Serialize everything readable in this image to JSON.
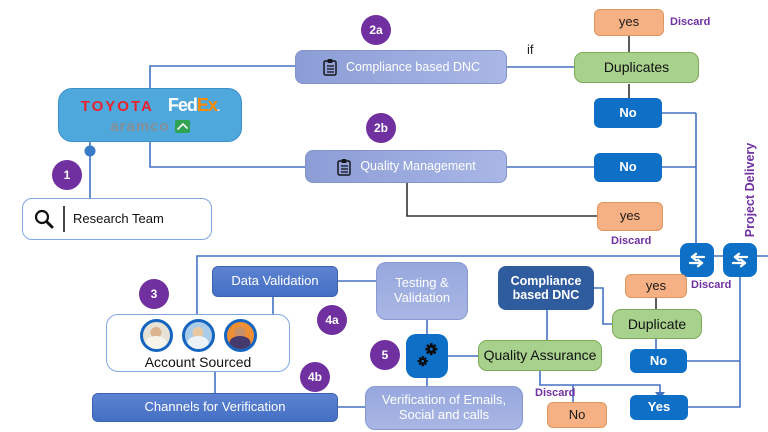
{
  "colors": {
    "connector_blue": "#4472C4",
    "connector_black": "#333333",
    "node_blue": "#0D6FC5",
    "node_green": "#A9D18E",
    "node_orange": "#F5B183",
    "badge_purple": "#7030A0",
    "periwinkle": "#97A8DE",
    "medium_blue": "#4470C4",
    "dark_blue": "#2F5B9F",
    "client_box_blue": "#4FA8DC"
  },
  "icons": {
    "search": "🔍",
    "clipboard": "📋",
    "gears": "⚙",
    "swap": "⇄",
    "connector_dot": "●"
  },
  "logos": {
    "toyota": "TOYOTA",
    "fedex_part1": "Fed",
    "fedex_part2": "Ex",
    "fedex_period": ".",
    "aramco": "aramco"
  },
  "badges": {
    "n1": "1",
    "n2a": "2a",
    "n2b": "2b",
    "n3": "3",
    "n4a": "4a",
    "n4b": "4b",
    "n5": "5"
  },
  "nodes": {
    "research_team": "Research Team",
    "compliance_dnc_top": "Compliance based DNC",
    "quality_management": "Quality Management",
    "if_label": "if",
    "yes_duplicates": "yes",
    "duplicates": "Duplicates",
    "no_duplicates": "No",
    "no_quality": "No",
    "yes_quality": "yes",
    "discard": "Discard",
    "project_delivery": "Project Delivery",
    "account_sourced": "Account Sourced",
    "data_validation": "Data Validation",
    "testing_line1": "Testing &",
    "testing_line2": "Validation",
    "channels_verification": "Channels for Verification",
    "verification_line1": "Verification of Emails,",
    "verification_line2": "Social and  calls",
    "compliance_line1": "Compliance",
    "compliance_line2": "based DNC",
    "quality_assurance": "Quality Assurance",
    "yes_dnc": "yes",
    "duplicate": "Duplicate",
    "no_duplicate": "No",
    "yes_final": "Yes",
    "no_qa": "No"
  }
}
